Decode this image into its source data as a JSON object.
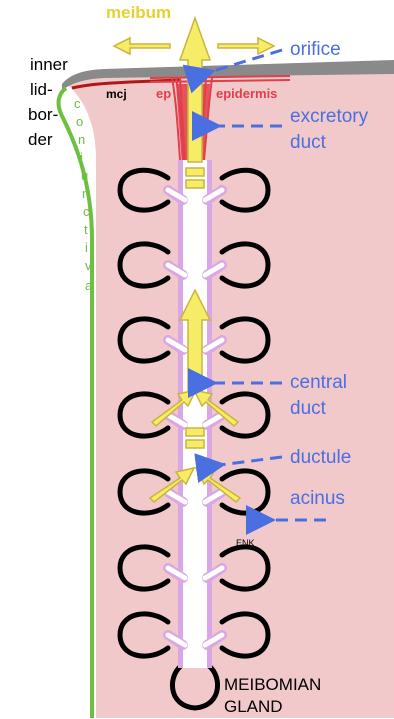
{
  "labels": {
    "meibum": "meibum",
    "orifice": "orifice",
    "inner": "inner",
    "lid": "lid-",
    "bor": "bor-",
    "der": "der",
    "mcj": "mcj",
    "ep": "ep",
    "epidermis": "epidermis",
    "excretory": "excretory",
    "duct": "duct",
    "conjunctiva_letters": [
      "c",
      "o",
      "n",
      "j",
      "u",
      "n",
      "c",
      "t",
      "i",
      "v",
      "a"
    ],
    "central": "central",
    "duct2": "duct",
    "ductule": "ductule",
    "acinus": "acinus",
    "enk": "ENK",
    "meibomian": "MEIBOMIAN",
    "gland": "GLAND"
  },
  "colors": {
    "tissue": "#f2c9cb",
    "skin_surface": "#8a8a8a",
    "conjunctiva_line": "#6cbf3f",
    "mcj_line": "#b01818",
    "epidermis": "#e0404a",
    "duct_pink": "#d9a6e6",
    "duct_white": "#ffffff",
    "arrow_yellow": "#f7ec68",
    "arrow_stroke": "#c9b53a",
    "label_blue": "#4a6fe0",
    "meibum_yellow": "#e6d130",
    "acinus": "#000000"
  }
}
